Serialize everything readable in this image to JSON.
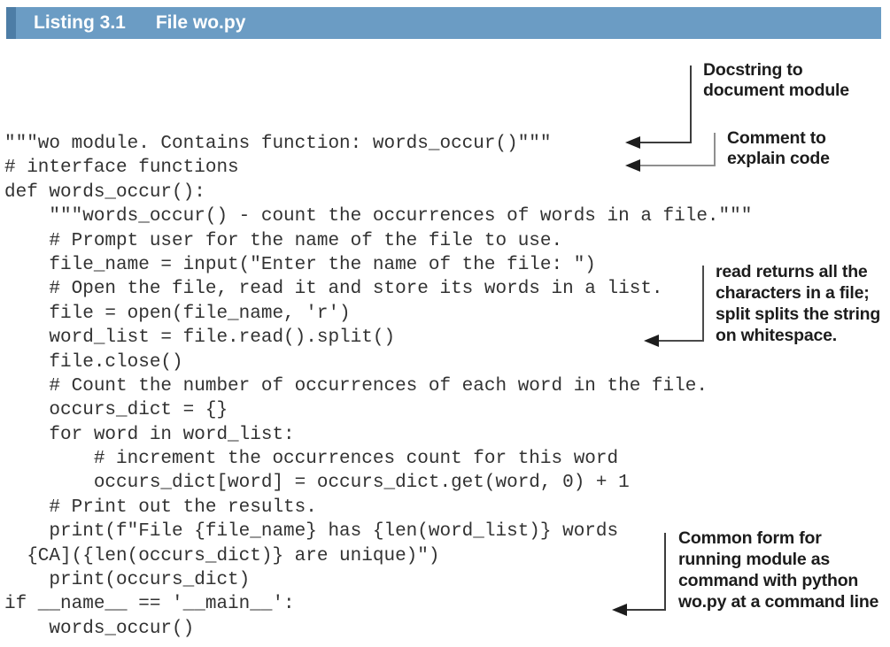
{
  "header": {
    "label": "Listing 3.1",
    "title": "File wo.py"
  },
  "code": {
    "lines": [
      "\"\"\"wo module. Contains function: words_occur()\"\"\"",
      "# interface functions",
      "def words_occur():",
      "    \"\"\"words_occur() - count the occurrences of words in a file.\"\"\"",
      "    # Prompt user for the name of the file to use.",
      "    file_name = input(\"Enter the name of the file: \")",
      "    # Open the file, read it and store its words in a list.",
      "    file = open(file_name, 'r')",
      "    word_list = file.read().split()",
      "    file.close()",
      "    # Count the number of occurrences of each word in the file.",
      "    occurs_dict = {}",
      "    for word in word_list:",
      "        # increment the occurrences count for this word",
      "        occurs_dict[word] = occurs_dict.get(word, 0) + 1",
      "    # Print out the results.",
      "    print(f\"File {file_name} has {len(word_list)} words",
      "  {CA]({len(occurs_dict)} are unique)\")",
      "    print(occurs_dict)",
      "if __name__ == '__main__':",
      "    words_occur()"
    ]
  },
  "annotations": [
    {
      "name": "docstring-note",
      "lines": [
        "Docstring to",
        "document module"
      ]
    },
    {
      "name": "comment-note",
      "lines": [
        "Comment to",
        "explain code"
      ]
    },
    {
      "name": "read-split-note",
      "lines": [
        "read returns all the",
        "characters in a file;",
        "split splits the string",
        "on whitespace."
      ]
    },
    {
      "name": "main-form-note",
      "lines": [
        "Common form for",
        "running module as",
        "command with python",
        "wo.py at a command line"
      ]
    }
  ],
  "colors": {
    "header_bar": "#6b9cc4",
    "header_edge": "#4d7da6",
    "header_text": "#ffffff",
    "code_text": "#323232",
    "annotation_text": "#1c1c1c",
    "arrow": "#1d1d1d"
  }
}
